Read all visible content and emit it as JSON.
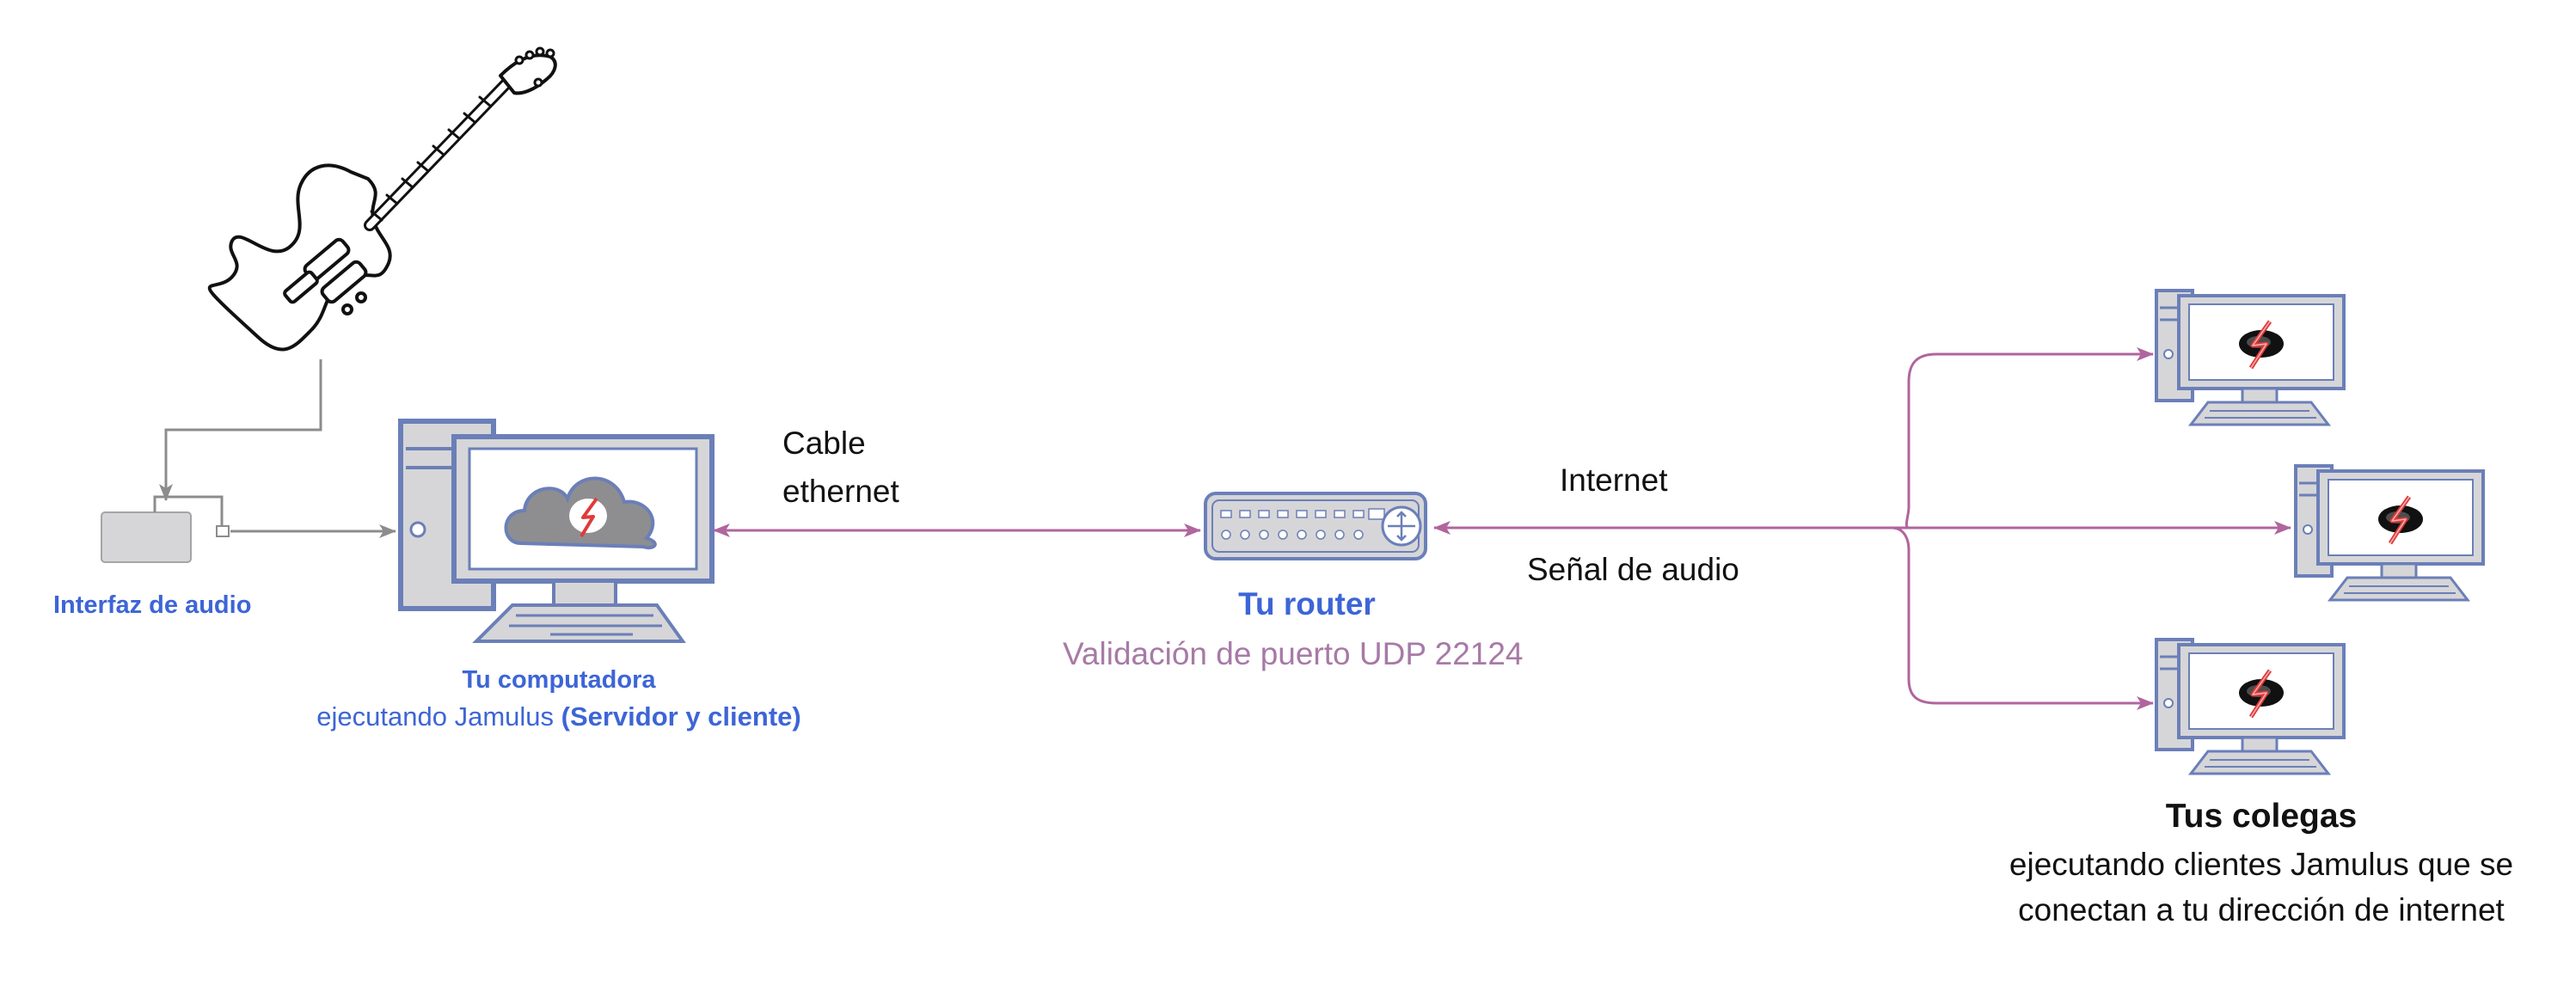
{
  "colors": {
    "accent_blue": "#3d65d6",
    "device_outline": "#6b7fb8",
    "device_fill": "#d6d6d8",
    "connection": "#b0659e",
    "audio_cable": "#8c8c8c",
    "router_label_sub": "#a77aa6"
  },
  "audio_interface": {
    "label": "Interfaz de audio",
    "icon": "audio-interface-icon"
  },
  "guitar": {
    "icon": "electric-guitar-icon"
  },
  "computer": {
    "title": "Tu computadora",
    "subtitle_prefix": "ejecutando Jamulus ",
    "subtitle_bold": "(Servidor y cliente)",
    "icon": "desktop-computer-icon",
    "screen_icon": "jamulus-cloud-icon"
  },
  "cable": {
    "line1": "Cable",
    "line2": "ethernet"
  },
  "router": {
    "title": "Tu router",
    "subtitle": "Validación de puerto UDP 22124",
    "icon": "router-icon"
  },
  "internet": {
    "label": "Internet",
    "signal_label": "Señal de audio"
  },
  "peers": {
    "title": "Tus colegas",
    "line1": "ejecutando clientes Jamulus que se",
    "line2": "conectan a tu dirección de internet",
    "count": 3,
    "icon": "desktop-computer-icon",
    "screen_icon": "jamulus-logo-icon"
  }
}
